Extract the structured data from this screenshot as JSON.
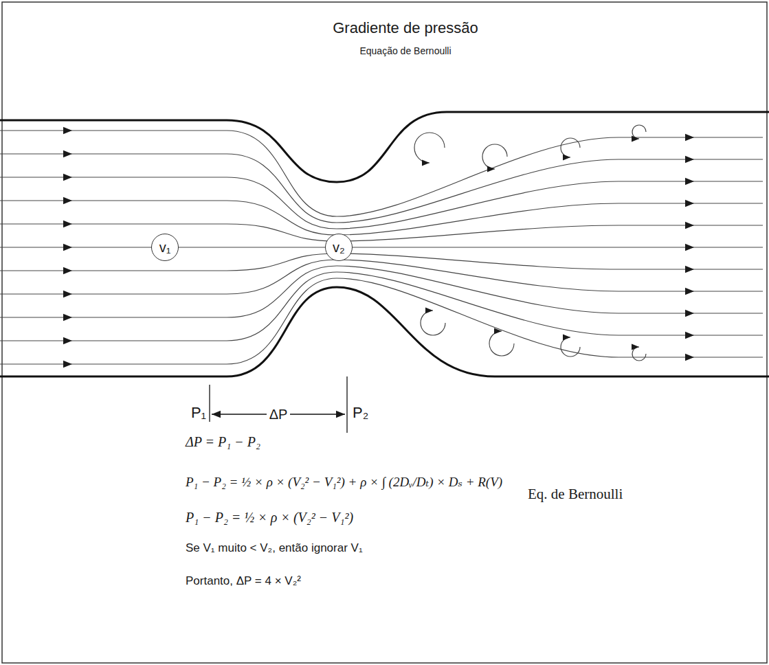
{
  "diagram": {
    "title": "Gradiente de pressão",
    "nodes": [
      {
        "text": [
          "v₁"
        ]
      },
      {
        "text": [
          "v₂"
        ]
      }
    ],
    "labels": [
      "Equação de Bernoulli",
      "P₁",
      "ΔP",
      "P₂",
      "ΔP = P₁ − P₂",
      "P₁ − P₂ = ½ × ρ × (V₂² − V₁²) + ρ × ∫ (2Dᵥ/Dₜ) × Dₛ + R(V)",
      "Eq. de Bernoulli",
      "P₁ − P₂ = ½ × ρ × (V₂² − V₁²)",
      "Se V₁ muito < V₂, então ignorar V₁",
      "Portanto, ΔP = 4 × V₂²"
    ]
  }
}
